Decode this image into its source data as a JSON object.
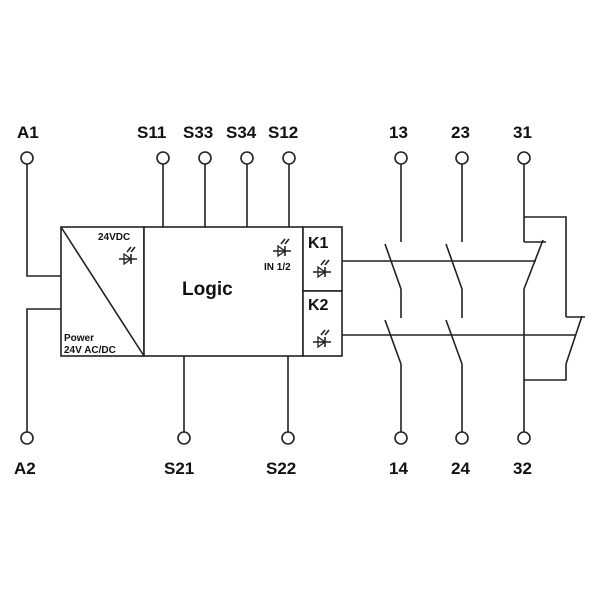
{
  "terminals": {
    "a1": "A1",
    "a2": "A2",
    "s11": "S11",
    "s33": "S33",
    "s34": "S34",
    "s12": "S12",
    "s21": "S21",
    "s22": "S22",
    "t13": "13",
    "t23": "23",
    "t31": "31",
    "t14": "14",
    "t24": "24",
    "t32": "32"
  },
  "blocks": {
    "supply_voltage": "24VDC",
    "power_line1": "Power",
    "power_line2": "24V AC/DC",
    "logic": "Logic",
    "input": "IN 1/2",
    "relay_k1": "K1",
    "relay_k2": "K2"
  }
}
